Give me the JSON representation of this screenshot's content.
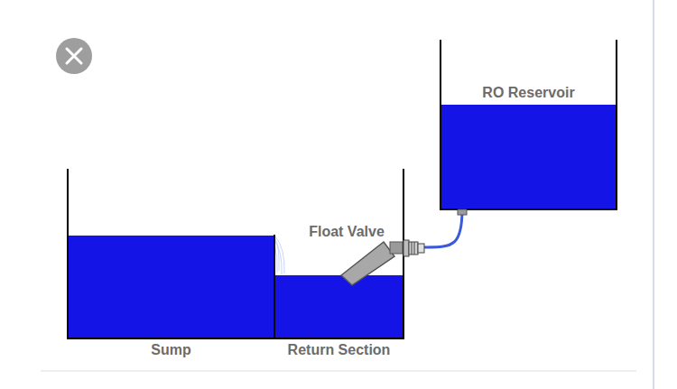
{
  "diagram": {
    "nodes": [
      {
        "text": [
          "Sump"
        ]
      },
      {
        "text": [
          "Return Section"
        ]
      },
      {
        "text": [
          "Float Valve"
        ],
        "in": 1
      },
      {
        "text": [
          "RO Reservoir"
        ]
      }
    ],
    "edges": [
      {
        "from": 3,
        "to": 2,
        "arrow": "none"
      }
    ]
  }
}
